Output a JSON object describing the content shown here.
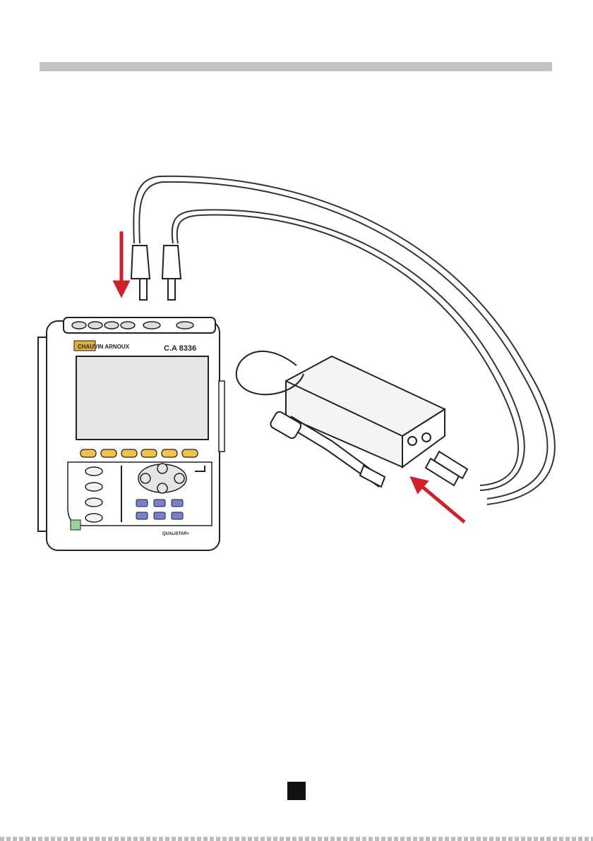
{
  "instrument": {
    "brand": "CHAUVIN ARNOUX",
    "model": "C.A 8336",
    "series": "QUALISTAR+"
  },
  "colors": {
    "arrow": "#d0202a",
    "soft_keys": "#f2c24b",
    "function_keys": "#7b7fd4",
    "rule": "#c4c4c4",
    "page_marker": "#111111"
  },
  "icons": [
    "down-arrow",
    "up-left-arrow",
    "power-icon",
    "confirm-icon",
    "navigation-pad-icon"
  ]
}
